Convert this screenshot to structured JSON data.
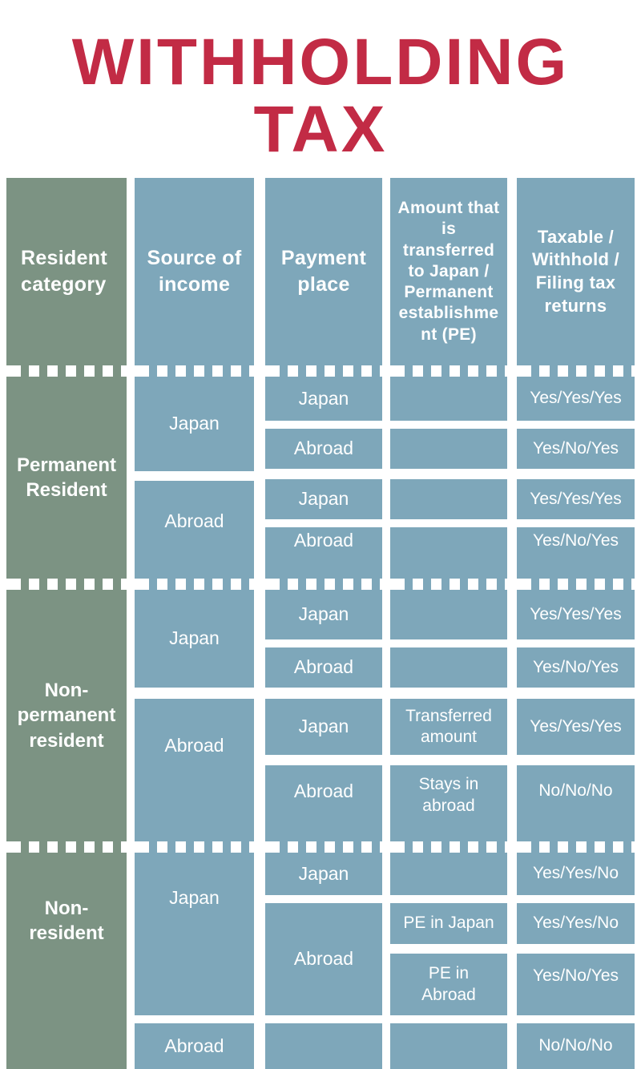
{
  "title": {
    "line1": "WITHHOLDING",
    "line2": "TAX"
  },
  "colors": {
    "title_red": "#C22B45",
    "category_green": "#7C9383",
    "cell_blue": "#7EA7BA",
    "text_white": "#FFFFFF",
    "background": "#FFFFFF"
  },
  "table": {
    "columns": [
      "Resident category",
      "Source of income",
      "Payment place",
      "Amount that is transferred to Japan / Permanent establishment (PE)",
      "Taxable / Withhold / Filing tax returns"
    ],
    "sections": [
      {
        "category": "Permanent Resident",
        "groups": [
          {
            "source": "Japan",
            "rows": [
              {
                "payment": "Japan",
                "amount": "",
                "result": "Yes/Yes/Yes"
              },
              {
                "payment": "Abroad",
                "amount": "",
                "result": "Yes/No/Yes"
              }
            ]
          },
          {
            "source": "Abroad",
            "rows": [
              {
                "payment": "Japan",
                "amount": "",
                "result": "Yes/Yes/Yes"
              },
              {
                "payment": "Abroad",
                "amount": "",
                "result": "Yes/No/Yes"
              }
            ]
          }
        ]
      },
      {
        "category": "Non-permanent resident",
        "groups": [
          {
            "source": "Japan",
            "rows": [
              {
                "payment": "Japan",
                "amount": "",
                "result": "Yes/Yes/Yes"
              },
              {
                "payment": "Abroad",
                "amount": "",
                "result": "Yes/No/Yes"
              }
            ]
          },
          {
            "source": "Abroad",
            "rows": [
              {
                "payment": "Japan",
                "amount": "Transferred amount",
                "result": "Yes/Yes/Yes"
              },
              {
                "payment": "Abroad",
                "amount": "Stays in abroad",
                "result": "No/No/No"
              }
            ]
          }
        ]
      },
      {
        "category": "Non-resident",
        "groups": [
          {
            "source": "Japan",
            "rows": [
              {
                "payment": "Japan",
                "amount": "",
                "result": "Yes/Yes/No"
              },
              {
                "payment": "Abroad",
                "amount": "PE in Japan",
                "result": "Yes/Yes/No"
              },
              {
                "payment": "Abroad",
                "amount": "PE in Abroad",
                "result": "Yes/No/Yes"
              }
            ]
          },
          {
            "source": "Abroad",
            "rows": [
              {
                "payment": "",
                "amount": "",
                "result": "No/No/No"
              }
            ]
          }
        ]
      }
    ]
  }
}
